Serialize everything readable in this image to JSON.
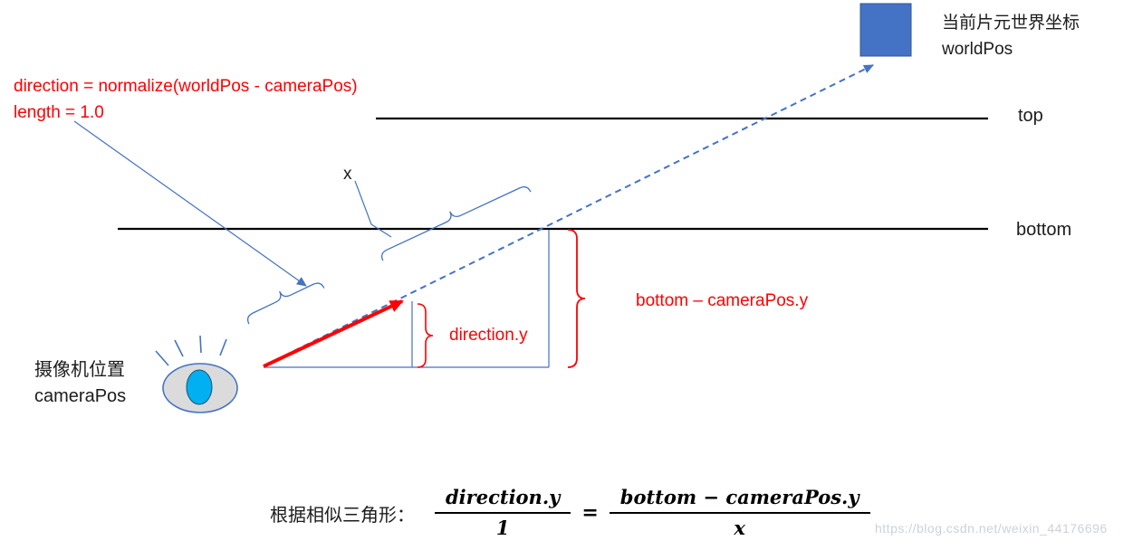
{
  "colors": {
    "accent_blue": "#4472C4",
    "dark_blue": "#2F5597",
    "red": "#FF0000",
    "black": "#000000",
    "eye_fill": "#DBDBDB",
    "pupil_blue": "#00B0F0",
    "watermark_gray": "#CCD1DB"
  },
  "labels": {
    "worldpos_line1": "当前片元世界坐标",
    "worldpos_line2": "worldPos",
    "direction_line1": "direction = normalize(worldPos - cameraPos)",
    "direction_line2": "length = 1.0",
    "top": "top",
    "bottom": "bottom",
    "x": "x",
    "direction_y": "direction.y",
    "bottom_minus_camera": "bottom – cameraPos.y",
    "camera_line1": "摄像机位置",
    "camera_line2": "cameraPos"
  },
  "formula": {
    "prefix": "根据相似三角形：",
    "frac1_num": "direction.y",
    "frac1_den": "1",
    "equals": "=",
    "frac2_num": "bottom − cameraPos.y",
    "frac2_den": "x"
  },
  "watermark": "https://blog.csdn.net/weixin_44176696"
}
